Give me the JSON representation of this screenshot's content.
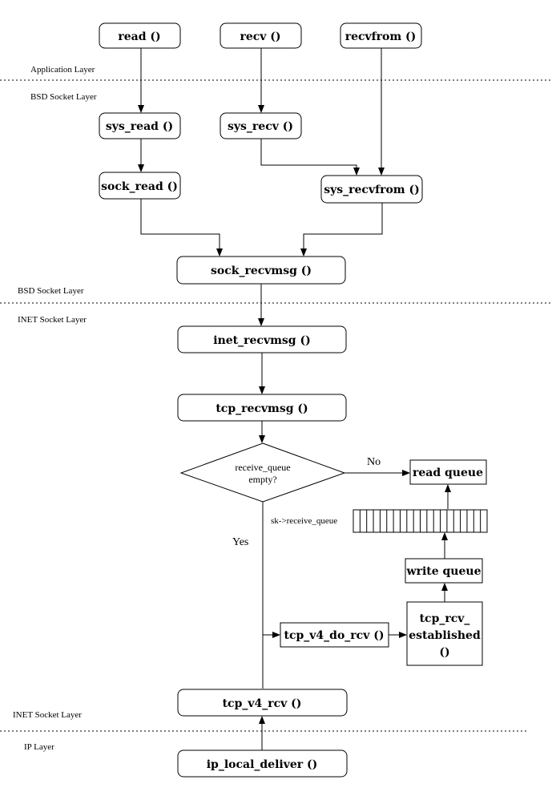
{
  "layers": {
    "application": "Application Layer",
    "bsd_top": "BSD Socket Layer",
    "bsd_bottom": "BSD Socket Layer",
    "inet_top": "INET Socket Layer",
    "inet_bottom": "INET Socket Layer",
    "ip": "IP Layer"
  },
  "nodes": {
    "read": "read ()",
    "recv": "recv ()",
    "recvfrom": "recvfrom ()",
    "sys_read": "sys_read ()",
    "sys_recv": "sys_recv ()",
    "sock_read": "sock_read ()",
    "sys_recvfrom": "sys_recvfrom ()",
    "sock_recvmsg": "sock_recvmsg ()",
    "inet_recvmsg": "inet_recvmsg ()",
    "tcp_recvmsg": "tcp_recvmsg ()",
    "decision_line1": "receive_queue",
    "decision_line2": "empty?",
    "read_queue": "read queue",
    "write_queue": "write queue",
    "tcp_v4_do_rcv": "tcp_v4_do_rcv ()",
    "tcp_rcv_line1": "tcp_rcv_",
    "tcp_rcv_line2": "established",
    "tcp_rcv_line3": "()",
    "tcp_v4_rcv": "tcp_v4_rcv ()",
    "ip_local_deliver": "ip_local_deliver ()"
  },
  "labels": {
    "no": "No",
    "yes": "Yes",
    "queue_name": "sk->receive_queue"
  }
}
